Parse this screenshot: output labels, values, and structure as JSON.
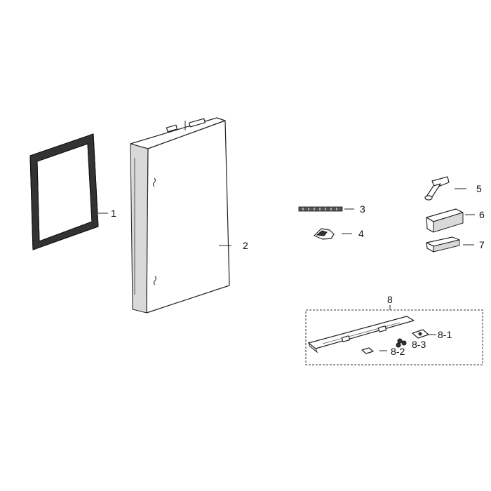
{
  "callouts": {
    "p1": "1",
    "p2": "2",
    "p3": "3",
    "p4": "4",
    "p5": "5",
    "p6": "6",
    "p7": "7",
    "p8": "8",
    "p8_1": "8-1",
    "p8_2": "8-2",
    "p8_3": "8-3"
  },
  "colors": {
    "line": "#222222",
    "background": "#ffffff"
  }
}
